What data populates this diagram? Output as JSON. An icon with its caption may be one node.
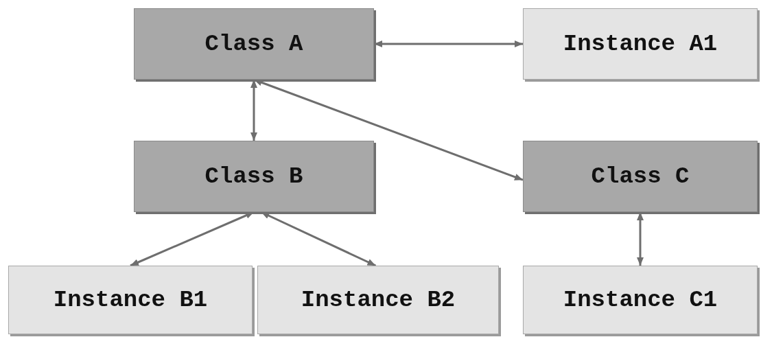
{
  "diagram": {
    "nodes": [
      {
        "text": [
          "Class A"
        ]
      },
      {
        "text": [
          "Instance A1"
        ]
      },
      {
        "text": [
          "Class B"
        ]
      },
      {
        "text": [
          "Class C"
        ]
      },
      {
        "text": [
          "Instance B1"
        ]
      },
      {
        "text": [
          "Instance B2"
        ]
      },
      {
        "text": [
          "Instance C1"
        ]
      }
    ],
    "edges": [
      {
        "from": 0,
        "to": 1,
        "arrow": "both"
      },
      {
        "from": 0,
        "to": 2,
        "arrow": "both"
      },
      {
        "from": 0,
        "to": 3,
        "arrow": "both"
      },
      {
        "from": 2,
        "to": 4,
        "arrow": "both"
      },
      {
        "from": 2,
        "to": 5,
        "arrow": "both"
      },
      {
        "from": 3,
        "to": 6,
        "arrow": "both"
      }
    ]
  }
}
